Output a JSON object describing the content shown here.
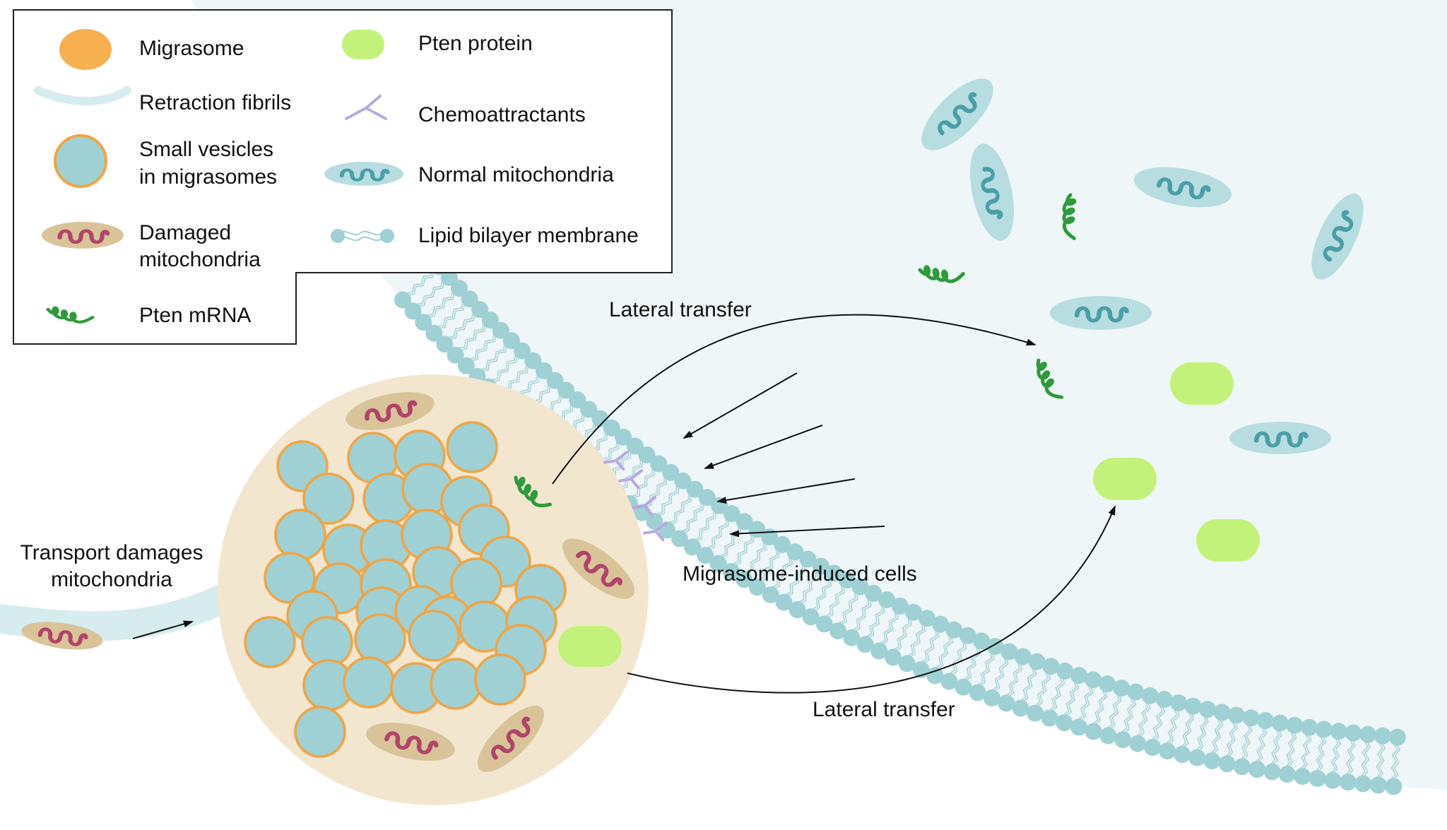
{
  "legend": {
    "items": [
      {
        "label_lines": [
          "Migrasome"
        ],
        "icon": "migrasome-icon"
      },
      {
        "label_lines": [
          "Retraction fibrils"
        ],
        "icon": "retraction-fibril-icon"
      },
      {
        "label_lines": [
          "Small vesicles",
          "in migrasomes"
        ],
        "icon": "small-vesicle-icon"
      },
      {
        "label_lines": [
          "Damaged",
          "mitochondria"
        ],
        "icon": "damaged-mitochondrion-icon"
      },
      {
        "label_lines": [
          "Pten mRNA"
        ],
        "icon": "pten-mrna-icon"
      },
      {
        "label_lines": [
          "Pten protein"
        ],
        "icon": "pten-protein-icon"
      },
      {
        "label_lines": [
          "Chemoattractants"
        ],
        "icon": "chemoattractant-icon"
      },
      {
        "label_lines": [
          "Normal mitochondria"
        ],
        "icon": "normal-mitochondrion-icon"
      },
      {
        "label_lines": [
          "Lipid bilayer membrane"
        ],
        "icon": "lipid-bilayer-icon"
      }
    ]
  },
  "labels": {
    "transport_line1": "Transport damages",
    "transport_line2": "mitochondria",
    "lateral_transfer_top": "Lateral transfer",
    "lateral_transfer_bottom": "Lateral transfer",
    "migrasome_induced": "Migrasome-induced cells"
  },
  "colors": {
    "migrasome": "#f2e6cf",
    "migrasome_legend": "#f7b04f",
    "vesicle_fill": "#9fd0d4",
    "vesicle_border": "#f0a545",
    "damaged_mito_outer": "#d9c49a",
    "damaged_mito_inner": "#b0446a",
    "normal_mito_outer": "#b7dde1",
    "normal_mito_inner": "#4a9ea8",
    "pten_protein": "#c3f27a",
    "pten_mrna": "#2f9a3b",
    "chemoattractant": "#b8a8e0",
    "cell_interior": "#eef6f7",
    "lipid_head": "#9fd0d4",
    "fibril": "#d6ecee"
  }
}
